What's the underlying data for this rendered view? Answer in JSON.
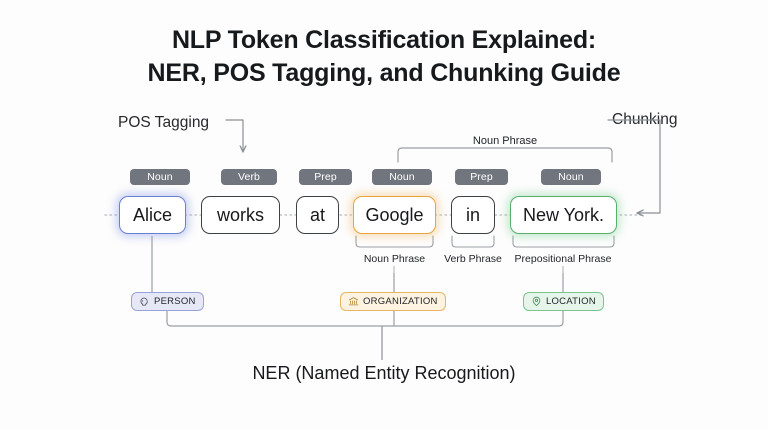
{
  "background": "#fdfdfd",
  "title": {
    "line1": "NLP Token Classification Explained:",
    "line2": "NER, POS Tagging, and Chunking Guide"
  },
  "annotations": {
    "pos_tagging": "POS Tagging",
    "chunking": "Chunking"
  },
  "sentence": {
    "tokens": [
      {
        "text": "Alice",
        "pos": "Noun",
        "highlight": "blue",
        "entity": "PERSON",
        "phrase": ""
      },
      {
        "text": "works",
        "pos": "Verb",
        "highlight": "none",
        "entity": "",
        "phrase": ""
      },
      {
        "text": "at",
        "pos": "Prep",
        "highlight": "none",
        "entity": "",
        "phrase": ""
      },
      {
        "text": "Google",
        "pos": "Noun",
        "highlight": "orange",
        "entity": "ORGANIZATION",
        "phrase": "Noun Phrase"
      },
      {
        "text": "in",
        "pos": "Prep",
        "highlight": "none",
        "entity": "",
        "phrase": "Verb Phrase"
      },
      {
        "text": "New York.",
        "pos": "Noun",
        "highlight": "green",
        "entity": "LOCATION",
        "phrase": "Prepositional Phrase"
      }
    ]
  },
  "chunk_bracket": {
    "label": "Noun Phrase"
  },
  "entities": [
    {
      "label": "PERSON",
      "icon": "person-head-icon",
      "color": "#9aa3d8",
      "fill": "#e6e8f6"
    },
    {
      "label": "ORGANIZATION",
      "icon": "bank-building-icon",
      "color": "#e6b563",
      "fill": "#fdf3e0"
    },
    {
      "label": "LOCATION",
      "icon": "map-pin-icon",
      "color": "#7cc391",
      "fill": "#e6f5ea"
    }
  ],
  "ner_caption": "NER (Named Entity Recognition)",
  "colors": {
    "pos_badge_bg": "#70757e",
    "token_border": "#3c4043",
    "wire": "#9aa0a6",
    "text": "#17191c"
  }
}
